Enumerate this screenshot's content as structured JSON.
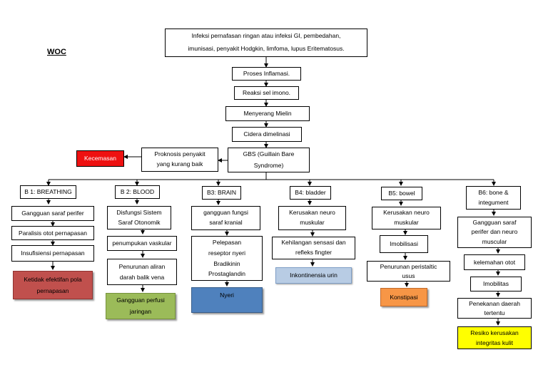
{
  "title": "WOC",
  "nodes": {
    "cause": [
      "Infeksi pernafasan ringan atau infeksi GI, pembedahan,",
      "imunisasi, penyakit Hodgkin, limfoma, lupus Eritematosus."
    ],
    "proses": "Proses Inflamasi.",
    "reaksi": "Reaksi sel imono.",
    "menyerang": "Menyerang Mielin",
    "cidera": "Cidera dimelinasi",
    "gbs": [
      "GBS (Guillain Bare",
      "Syndrome)"
    ],
    "proknosis": [
      "Proknosis penyakit",
      "yang kurang baik"
    ],
    "kecemasan": "Kecemasan"
  },
  "b1": {
    "header": "B 1: BREATHING",
    "items": [
      "Gangguan saraf perifer",
      "Paralisis otot pernapasan",
      "Insufisiensi pernapasan"
    ],
    "diagnosis": [
      "Ketidak efektifan pola",
      "pernapasan"
    ]
  },
  "b2": {
    "header": "B 2: BLOOD",
    "items": [
      [
        "Disfungsi Sistem",
        "Saraf Otonomik"
      ],
      [
        "penumpukan vaskular"
      ],
      [
        "Penurunan aliran",
        "darah balik vena"
      ]
    ],
    "diagnosis": [
      "Gangguan perfusi",
      "jaringan"
    ]
  },
  "b3": {
    "header": "B3: BRAIN",
    "items": [
      [
        "gangguan fungsi",
        "saraf kranial"
      ],
      [
        "Pelepasan",
        "reseptor nyeri",
        "Bradikinin",
        "Prostaglandin"
      ]
    ],
    "diagnosis": "Nyeri"
  },
  "b4": {
    "header": "B4: bladder",
    "items": [
      [
        "Kerusakan neuro",
        "muskular"
      ],
      [
        "Kehilangan sensasi dan",
        "refleks fingter"
      ]
    ],
    "diagnosis": "Inkontinensia  urin"
  },
  "b5": {
    "header": "B5: bowel",
    "items": [
      [
        "Kerusakan neuro",
        "muskular"
      ],
      [
        "Imobilisasi"
      ],
      [
        "Penurunan peristaltic",
        "usus"
      ]
    ],
    "diagnosis": "Konstipasi"
  },
  "b6": {
    "header": [
      "B6: bone &",
      "integument"
    ],
    "items": [
      [
        "Gangguan saraf",
        "perifer dan neuro",
        "muscular"
      ],
      [
        "kelemahan otot"
      ],
      [
        "Imobilitas"
      ],
      [
        "Penekanan daerah",
        "tertentu"
      ]
    ],
    "diagnosis": [
      "Resiko kerusakan",
      "integritas kulit"
    ]
  },
  "colors": {
    "kecemasan": "#ee1111",
    "b1_diagnosis": "#c0504d",
    "b2_diagnosis": "#9bbb59",
    "b3_diagnosis": "#4f81bd",
    "b4_diagnosis": "#b8cce4",
    "b5_diagnosis": "#f79646",
    "b6_diagnosis": "#ffff00"
  }
}
